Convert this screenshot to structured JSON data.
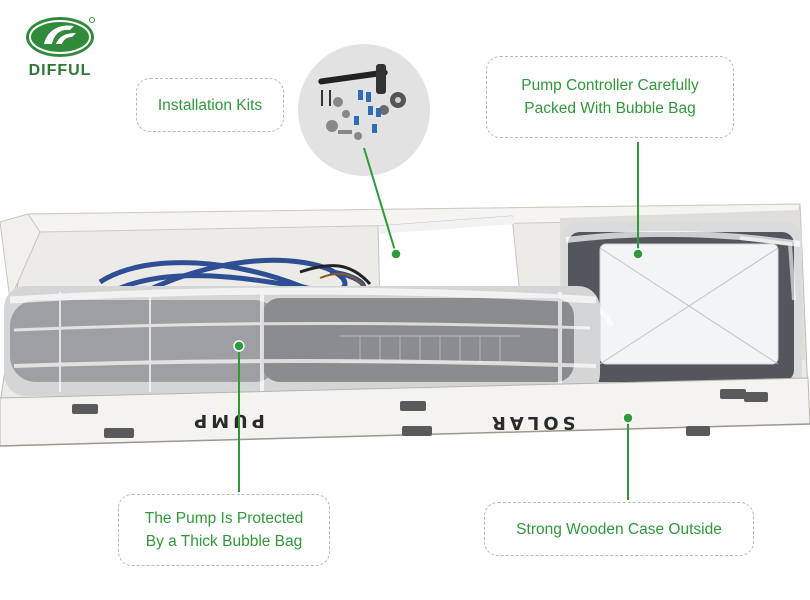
{
  "brand": {
    "name": "DIFFUL",
    "color": "#2a7a36"
  },
  "callouts": {
    "installation_kits": "Installation Kits",
    "pump_controller": "Pump Controller Carefully\nPacked With Bubble Bag",
    "pump_protected": "The Pump Is Protected\nBy a Thick Bubble Bag",
    "wooden_case": "Strong Wooden Case Outside"
  },
  "crate_labels": {
    "pump": "PUMP",
    "solar": "SOLAR"
  },
  "colors": {
    "accent_green": "#2e9a38",
    "callout_border": "#b9b9b9"
  }
}
